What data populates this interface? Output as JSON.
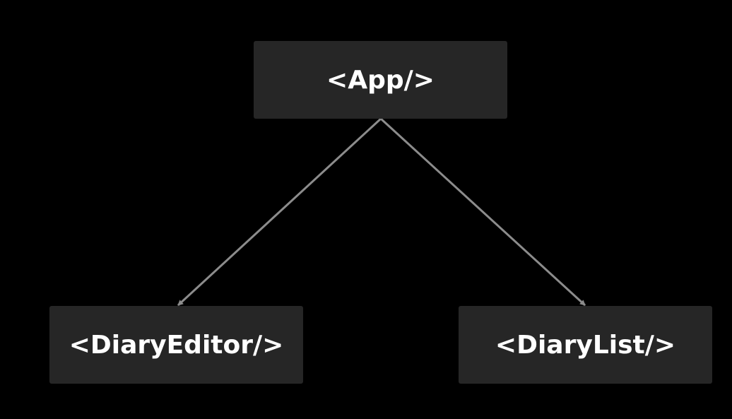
{
  "colors": {
    "background": "#000000",
    "node_fill": "#262626",
    "node_text": "#ffffff",
    "edge": "#8c8c8c"
  },
  "nodes": {
    "app": {
      "label": "<App/>"
    },
    "diary_editor": {
      "label": "<DiaryEditor/>"
    },
    "diary_list": {
      "label": "<DiaryList/>"
    }
  },
  "edges": [
    {
      "from": "app",
      "to": "diary_editor"
    },
    {
      "from": "app",
      "to": "diary_list"
    }
  ]
}
